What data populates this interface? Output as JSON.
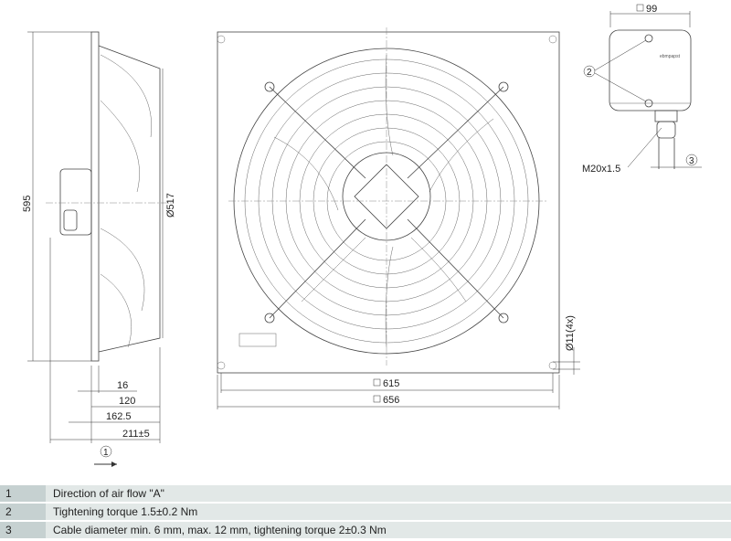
{
  "drawing": {
    "dimensions": {
      "height_595": "595",
      "diameter_517": "Ø517",
      "d16": "16",
      "d120": "120",
      "d162_5": "162.5",
      "d211": "211±5",
      "d615": "615",
      "d656": "656",
      "hole": "Ø11(4x)",
      "box99": "99",
      "thread": "M20x1.5"
    },
    "callouts": {
      "c1": "1",
      "c2": "2",
      "c3": "3"
    },
    "brand": "ebmpapst"
  },
  "legend": [
    {
      "num": "1",
      "text": "Direction of air flow \"A\""
    },
    {
      "num": "2",
      "text": "Tightening torque 1.5±0.2 Nm"
    },
    {
      "num": "3",
      "text": "Cable diameter min. 6 mm, max. 12 mm, tightening torque 2±0.3 Nm"
    }
  ]
}
